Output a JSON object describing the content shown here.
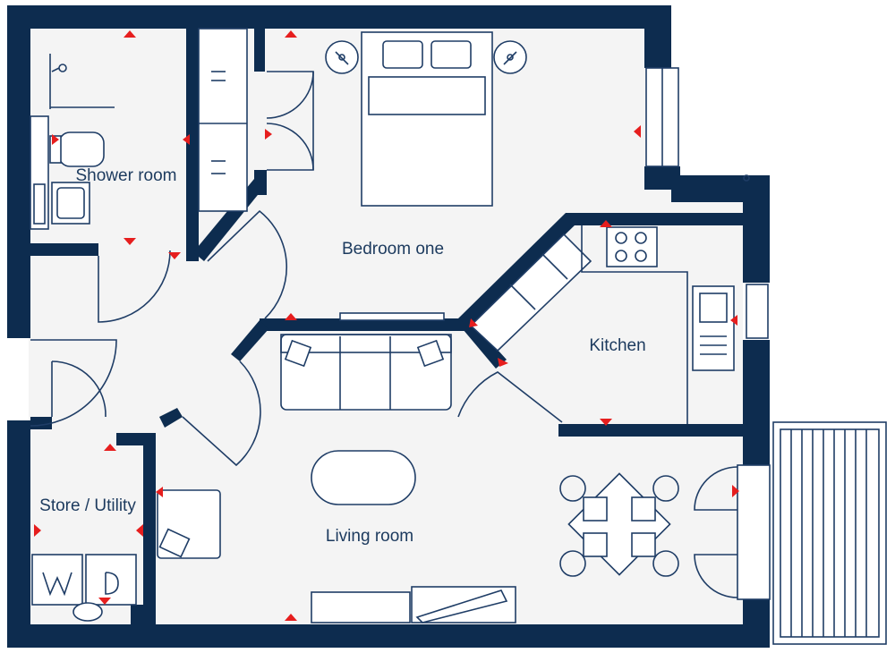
{
  "rooms": {
    "shower_room": "Shower room",
    "bedroom_one": "Bedroom one",
    "kitchen": "Kitchen",
    "store_utility": "Store / Utility",
    "living_room": "Living room"
  },
  "colors": {
    "wall": "#0d2c4f",
    "floor": "#f4f4f4",
    "fixture_line": "#1f3d66",
    "socket_marker": "#e61e1e"
  },
  "icons": {
    "socket_marker": "red-triangle",
    "ceiling_light": "circle-with-key-symbol"
  }
}
